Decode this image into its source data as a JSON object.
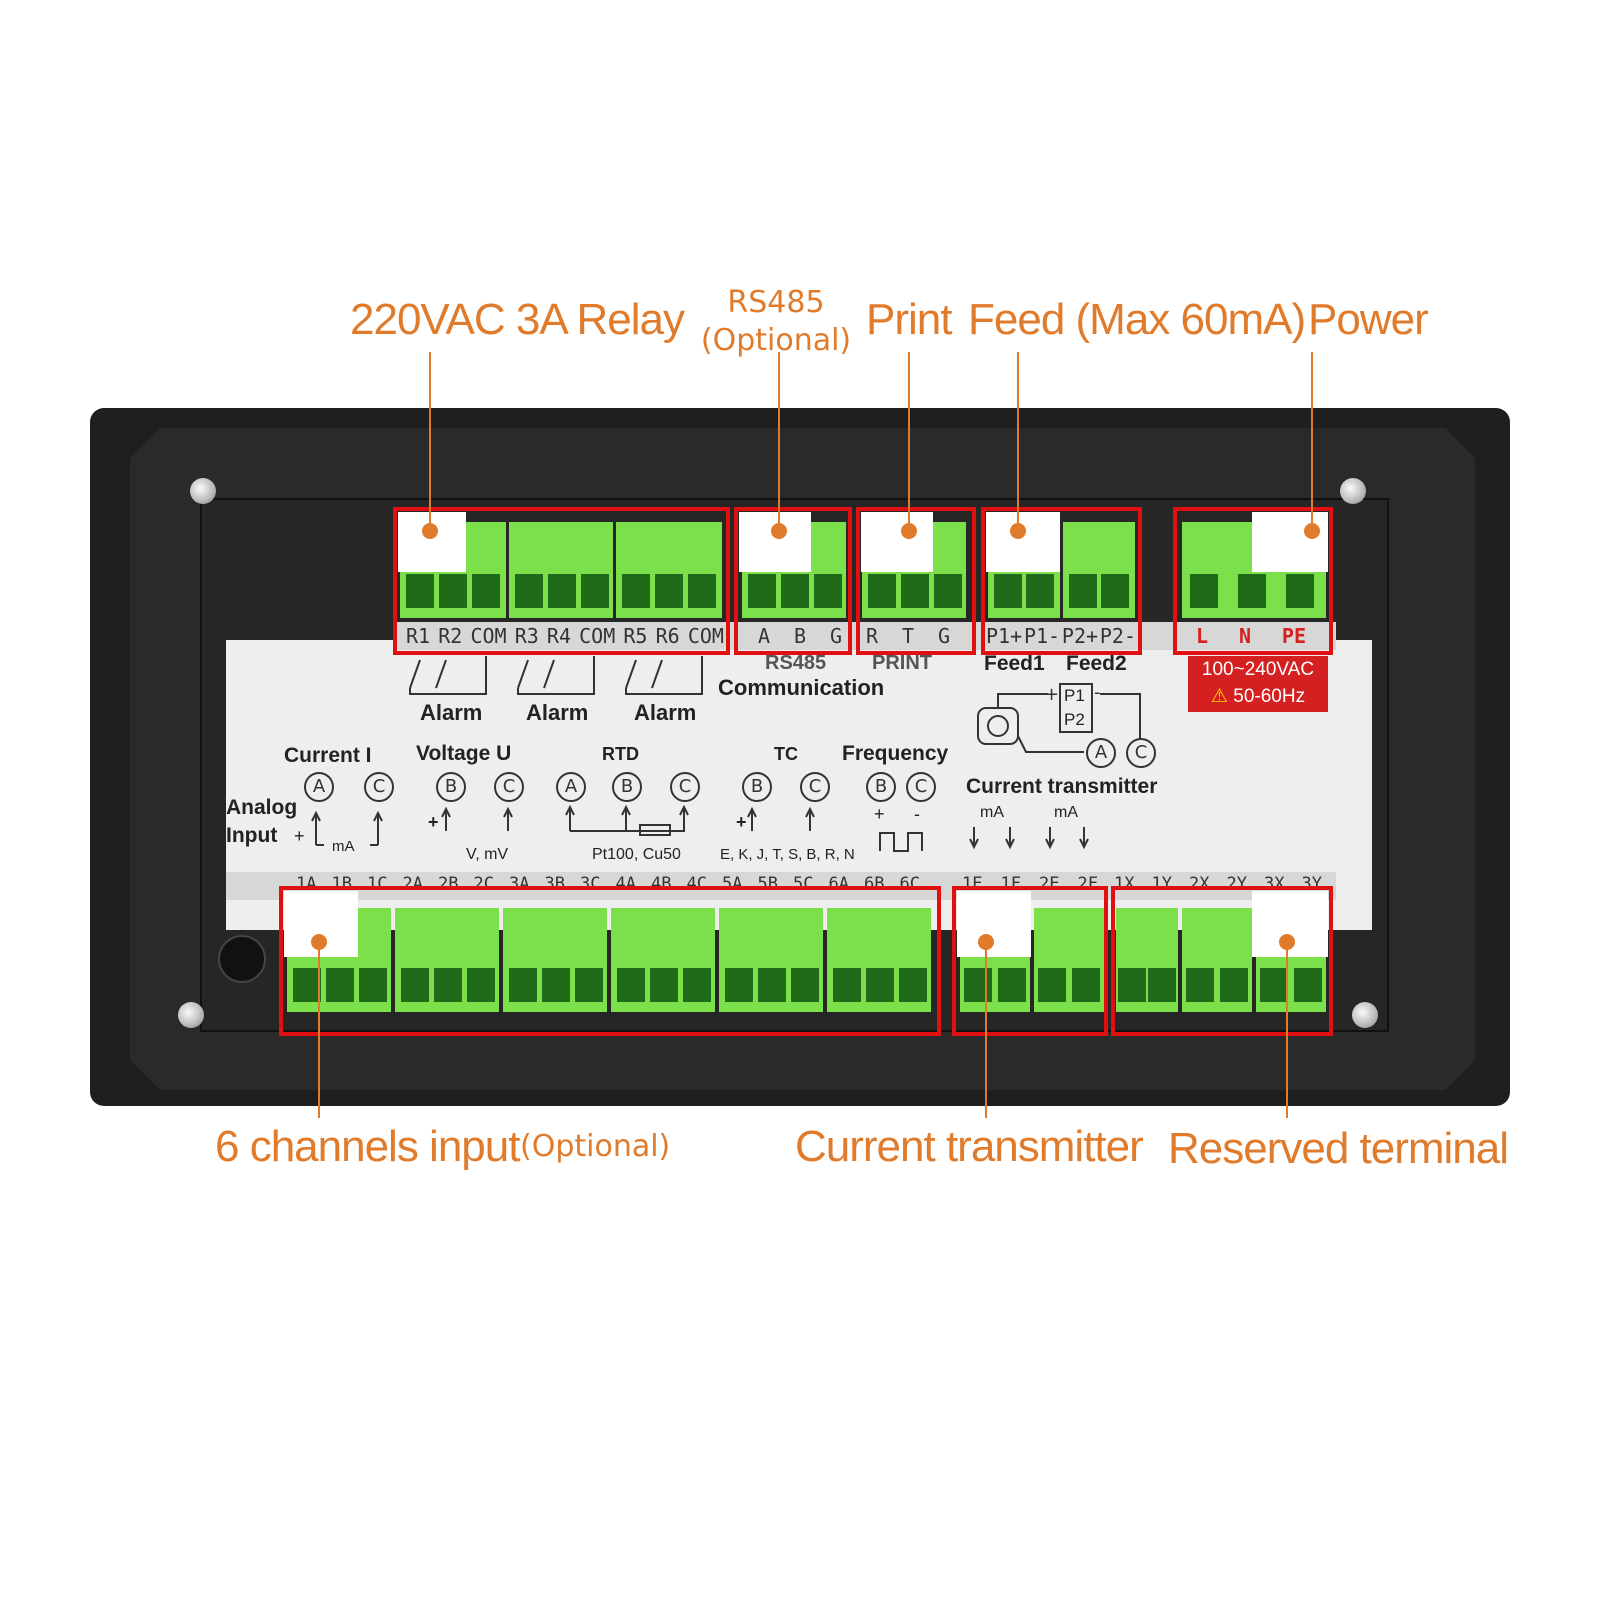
{
  "callouts": {
    "relay": "220VAC 3A Relay",
    "rs485_line1": "RS485",
    "rs485_line2": "(Optional)",
    "print": "Print",
    "feed": "Feed (Max 60mA)",
    "power": "Power",
    "input": "6 channels input",
    "input_optional": "(Optional)",
    "current_transmitter": "Current transmitter",
    "reserved": "Reserved terminal"
  },
  "top_terminals": {
    "relay": [
      "R1",
      "R2",
      "COM",
      "R3",
      "R4",
      "COM",
      "R5",
      "R6",
      "COM"
    ],
    "rs485": [
      "A",
      "B",
      "G"
    ],
    "print": [
      "R",
      "T",
      "G"
    ],
    "feed": [
      "P1+",
      "P1-",
      "P2+",
      "P2-"
    ],
    "power": [
      "L",
      "N",
      "PE"
    ]
  },
  "label": {
    "alarm": "Alarm",
    "rs485": "RS485",
    "communication": "Communication",
    "print": "PRINT",
    "feed1": "Feed1",
    "feed2": "Feed2",
    "power_voltage": "100~240VAC",
    "power_freq": "50-60Hz",
    "p1": "P1",
    "p2": "P2",
    "analog": "Analog",
    "input": "Input",
    "current": "Current I",
    "voltage": "Voltage U",
    "rtd": "RTD",
    "tc": "TC",
    "frequency": "Frequency",
    "current_transmitter": "Current transmitter",
    "ma": "mA",
    "vmv": "V, mV",
    "pt100": "Pt100, Cu50",
    "tc_types": "E, K, J, T, S, B, R, N",
    "circles": {
      "a": "A",
      "b": "B",
      "c": "C"
    }
  },
  "bottom_terminals": [
    "1A",
    "1B",
    "1C",
    "2A",
    "2B",
    "2C",
    "3A",
    "3B",
    "3C",
    "4A",
    "4B",
    "4C",
    "5A",
    "5B",
    "5C",
    "6A",
    "6B",
    "6C",
    "1E",
    "1F",
    "2E",
    "2F",
    "1X",
    "1Y",
    "2X",
    "2Y",
    "3X",
    "3Y"
  ],
  "colors": {
    "accent": "#e07b2c",
    "terminal": "#7be04a",
    "highlight": "#e01010"
  }
}
